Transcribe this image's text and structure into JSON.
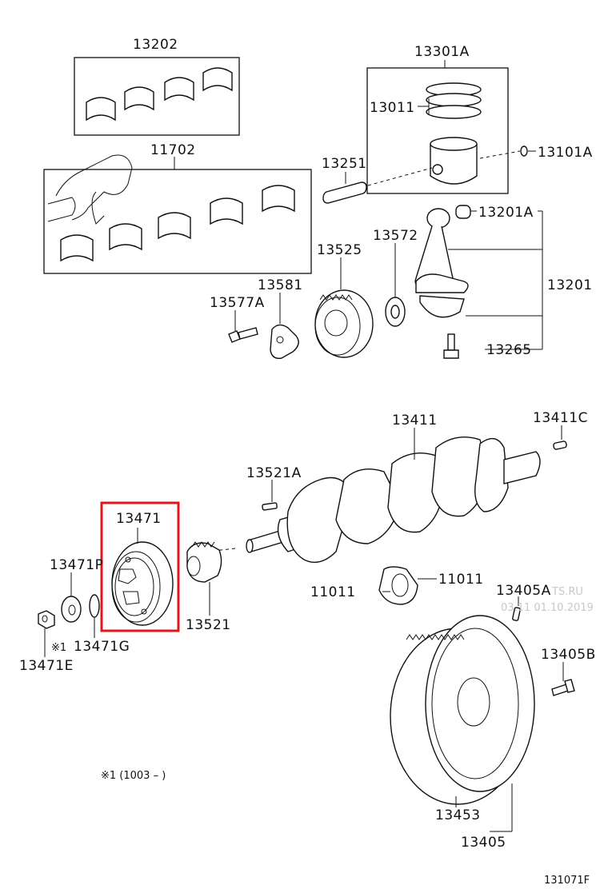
{
  "parts": {
    "p13202": "13202",
    "p13301A": "13301A",
    "p13011": "13011",
    "p13101A": "13101A",
    "p13251": "13251",
    "p11702": "11702",
    "p13201A": "13201A",
    "p13572": "13572",
    "p13525": "13525",
    "p13201": "13201",
    "p13581": "13581",
    "p13577A": "13577A",
    "p13265": "13265",
    "p13411": "13411",
    "p13411C": "13411C",
    "p13521A": "13521A",
    "p13471": "13471",
    "p13471P": "13471P",
    "p11011a": "11011",
    "p11011b": "11011",
    "p13405A": "13405A",
    "p13521": "13521",
    "p13471G": "13471G",
    "p13471E": "13471E",
    "p13405B": "13405B",
    "p13453": "13453",
    "p13405": "13405"
  },
  "notes": {
    "star_mark": "※1",
    "date_range": "※1 (1003 –      )",
    "figure_code": "131071F"
  },
  "watermark": {
    "line1": "TS.RU",
    "line2": "03.11 01.10.2019"
  },
  "highlight": {
    "part": "13471",
    "color": "#e0161b"
  }
}
